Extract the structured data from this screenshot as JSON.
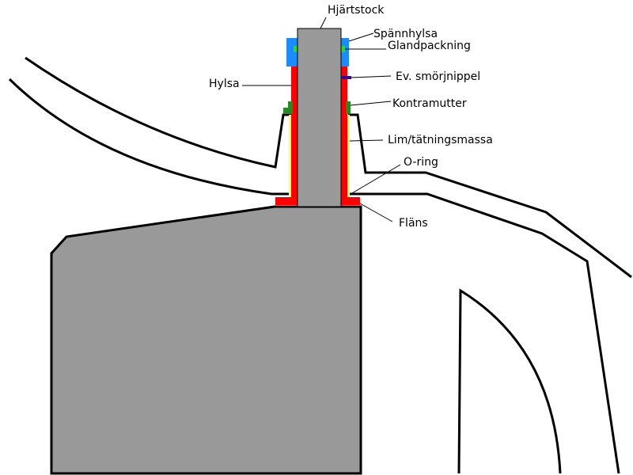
{
  "labels": {
    "hjartstock": "Hjärtstock",
    "spannhylsa": "Spännhylsa",
    "glandpackning": "Glandpackning",
    "smorjnippel": "Ev. smörjnippel",
    "hylsa": "Hylsa",
    "kontramutter": "Kontramutter",
    "lim": "Lim/tätningsmassa",
    "oring": "O-ring",
    "flans": "Fläns"
  },
  "colors": {
    "stock": "#999999",
    "sleeve": "#ff0000",
    "clamp_sleeve": "#1a8cff",
    "gland_packing": "#22dd22",
    "lock_nut": "#228b22",
    "sealant": "#ffff66",
    "grease_nipple": "#330099",
    "outline": "#000000"
  }
}
